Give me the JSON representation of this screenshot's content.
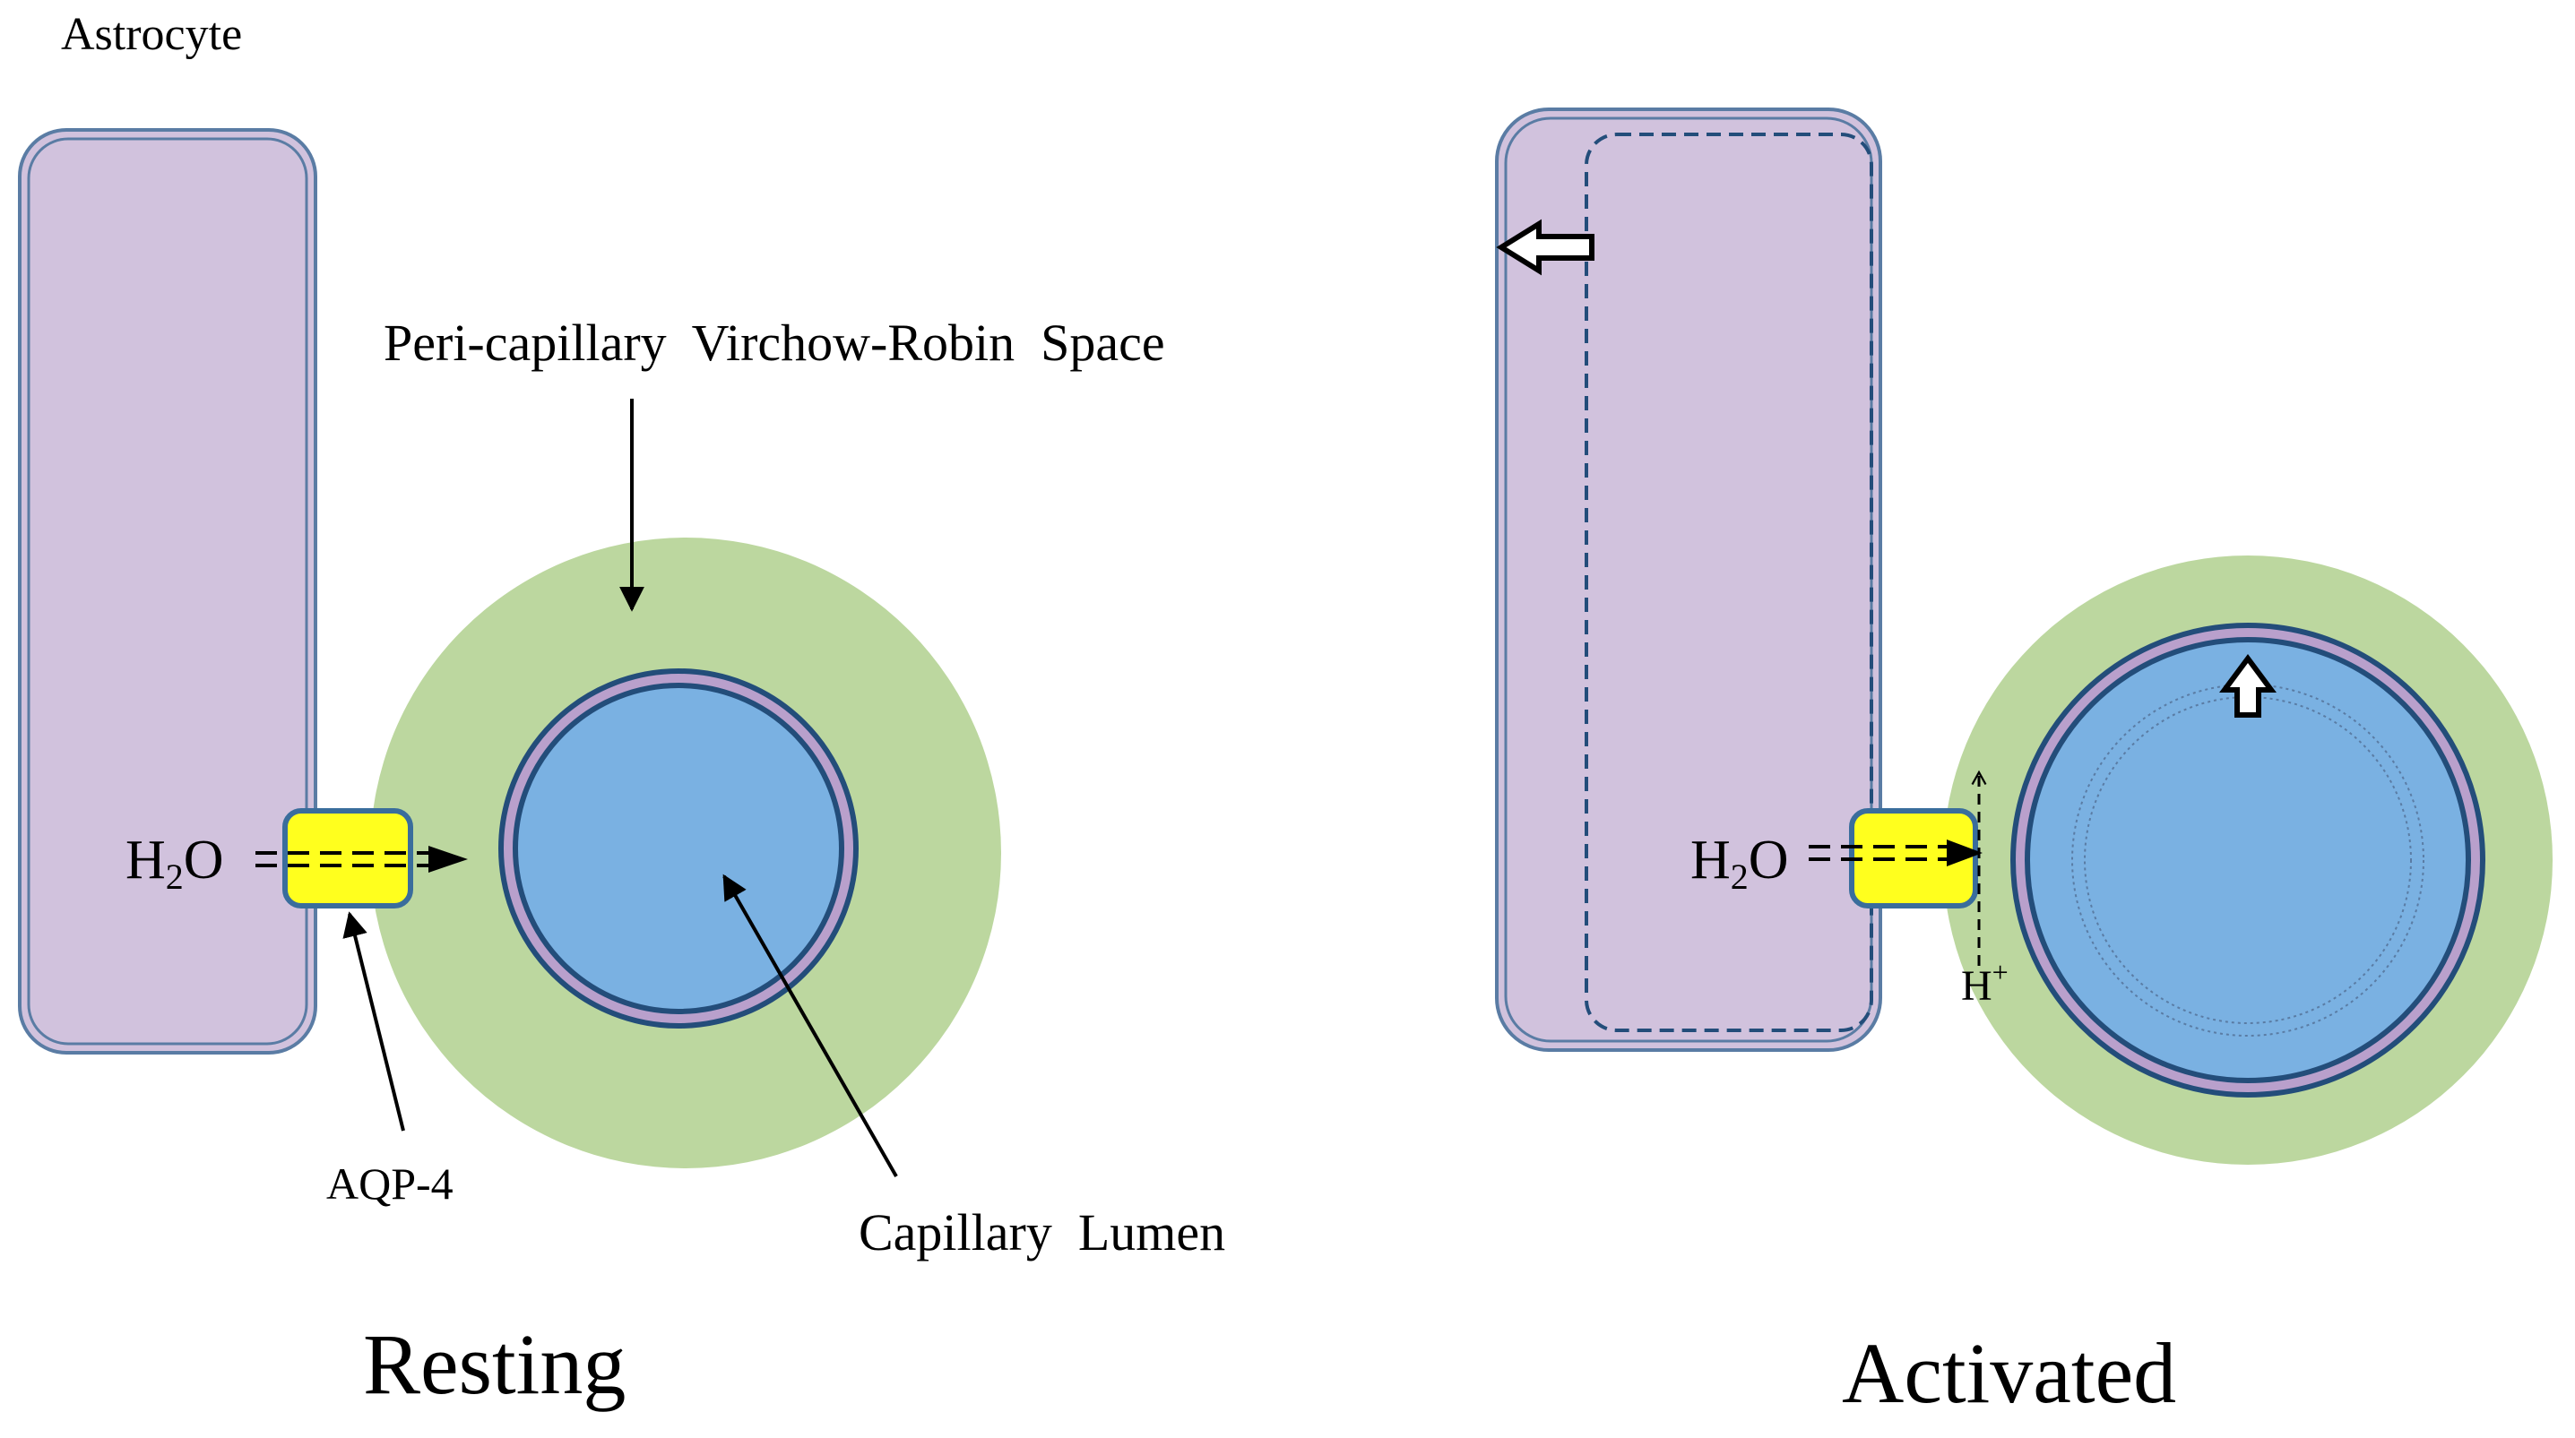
{
  "colors": {
    "astrocyte_fill": "#d1c2dd",
    "astrocyte_stroke": "#5a7ca4",
    "virchow_robin_space": "#bcd79f",
    "capillary_wall_fill": "#b9a0cc",
    "capillary_wall_stroke": "#234d7a",
    "capillary_lumen": "#7ab1e2",
    "aqp4_channel_fill": "#ffff1e",
    "aqp4_channel_stroke": "#3a6d9c",
    "text_and_arrows": "#000000"
  },
  "labels": {
    "astrocyte": "Astrocyte",
    "virchow_robin_space": "Peri-capillary  Virchow-Robin  Space",
    "capillary_lumen": "Capillary  Lumen",
    "aqp4": "AQP-4",
    "water": {
      "base": "H",
      "subscript": "2",
      "tail": "O"
    },
    "proton": {
      "base": "H",
      "superscript": "+"
    }
  },
  "panels": {
    "resting": {
      "title": "Resting"
    },
    "activated": {
      "title": "Activated"
    }
  },
  "icons": {
    "astrocyte_swelling": "outline-arrow-left-icon",
    "capillary_dilation": "outline-arrow-up-icon",
    "water_flux": "dashed-arrow-right-icon",
    "proton_flux": "dashed-arrow-up-icon"
  }
}
